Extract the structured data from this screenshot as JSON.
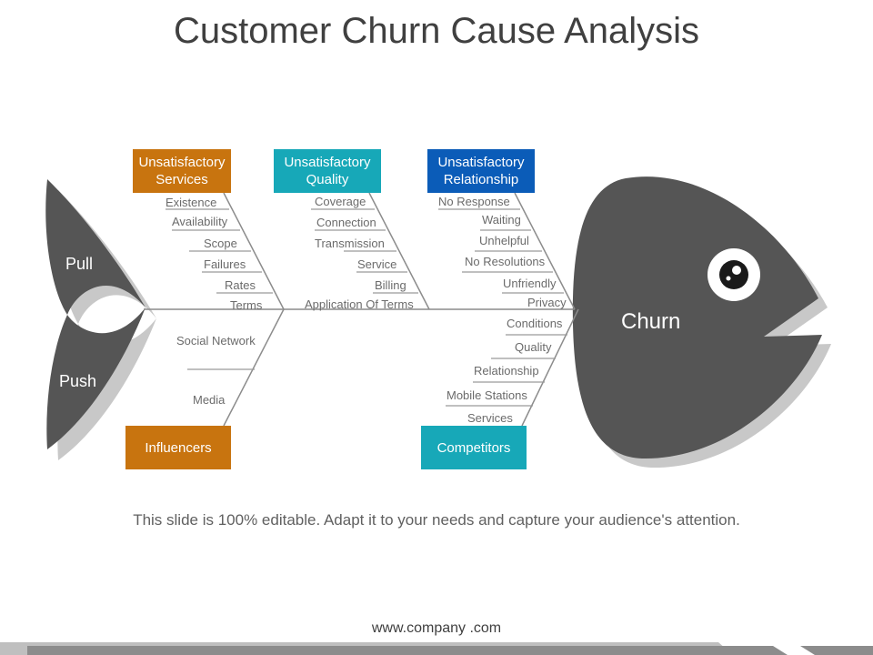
{
  "title": "Customer Churn Cause Analysis",
  "categories": {
    "services": {
      "label": "Unsatisfactory\nServices",
      "color": "#C8740F"
    },
    "quality": {
      "label": "Unsatisfactory\nQuality",
      "color": "#17A8B8"
    },
    "relationship": {
      "label": "Unsatisfactory\nRelationship",
      "color": "#0B5CB8"
    },
    "influencers": {
      "label": "Influencers",
      "color": "#C8740F"
    },
    "competitors": {
      "label": "Competitors",
      "color": "#17A8B8"
    }
  },
  "causes": {
    "services": [
      "Existence",
      "Availability",
      "Scope",
      "Failures",
      "Rates",
      "Terms"
    ],
    "quality": [
      "Coverage",
      "Connection",
      "Transmission",
      "Service",
      "Billing",
      "Application Of Terms"
    ],
    "relationship": [
      "No Response",
      "Waiting",
      "Unhelpful",
      "No Resolutions",
      "Unfriendly",
      "Privacy"
    ],
    "influencers": [
      "Social Network",
      "Media"
    ],
    "competitors": [
      "Conditions",
      "Quality",
      "Relationship",
      "Mobile Stations",
      "Services"
    ]
  },
  "tail": {
    "top_label": "Pull",
    "bottom_label": "Push"
  },
  "head": {
    "label": "Churn",
    "color": "#555555"
  },
  "footer": "This slide is 100% editable. Adapt it to your needs and capture your audience's attention.",
  "website": "www.company .com"
}
